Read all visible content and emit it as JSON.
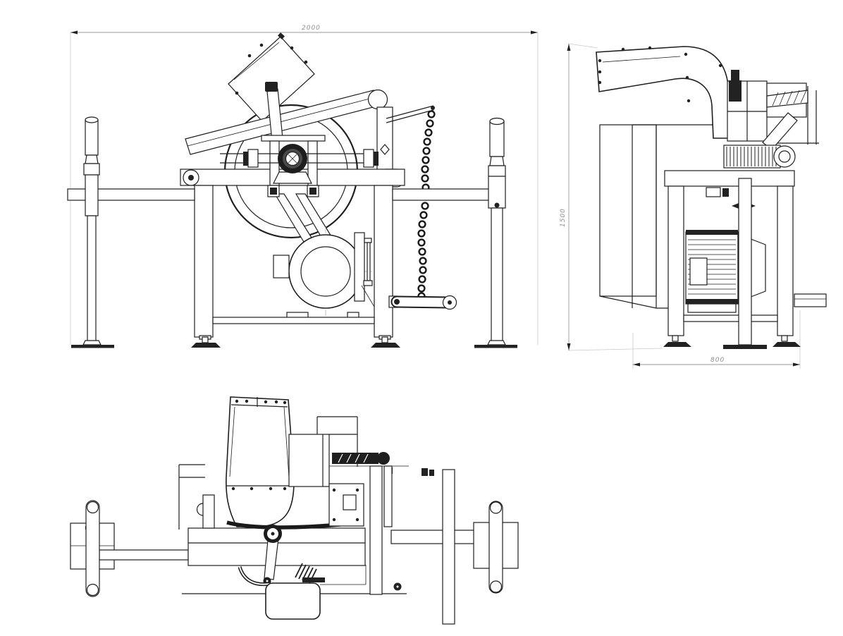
{
  "drawing": {
    "background_color": "#ffffff",
    "line_color": "#1f1f1f",
    "dimension_color": "#8d8d8d",
    "views": {
      "front_view": {
        "width_dimension_label": "2000"
      },
      "side_view": {
        "height_dimension_label": "1500",
        "width_dimension_label": "800"
      },
      "top_view": {}
    }
  }
}
